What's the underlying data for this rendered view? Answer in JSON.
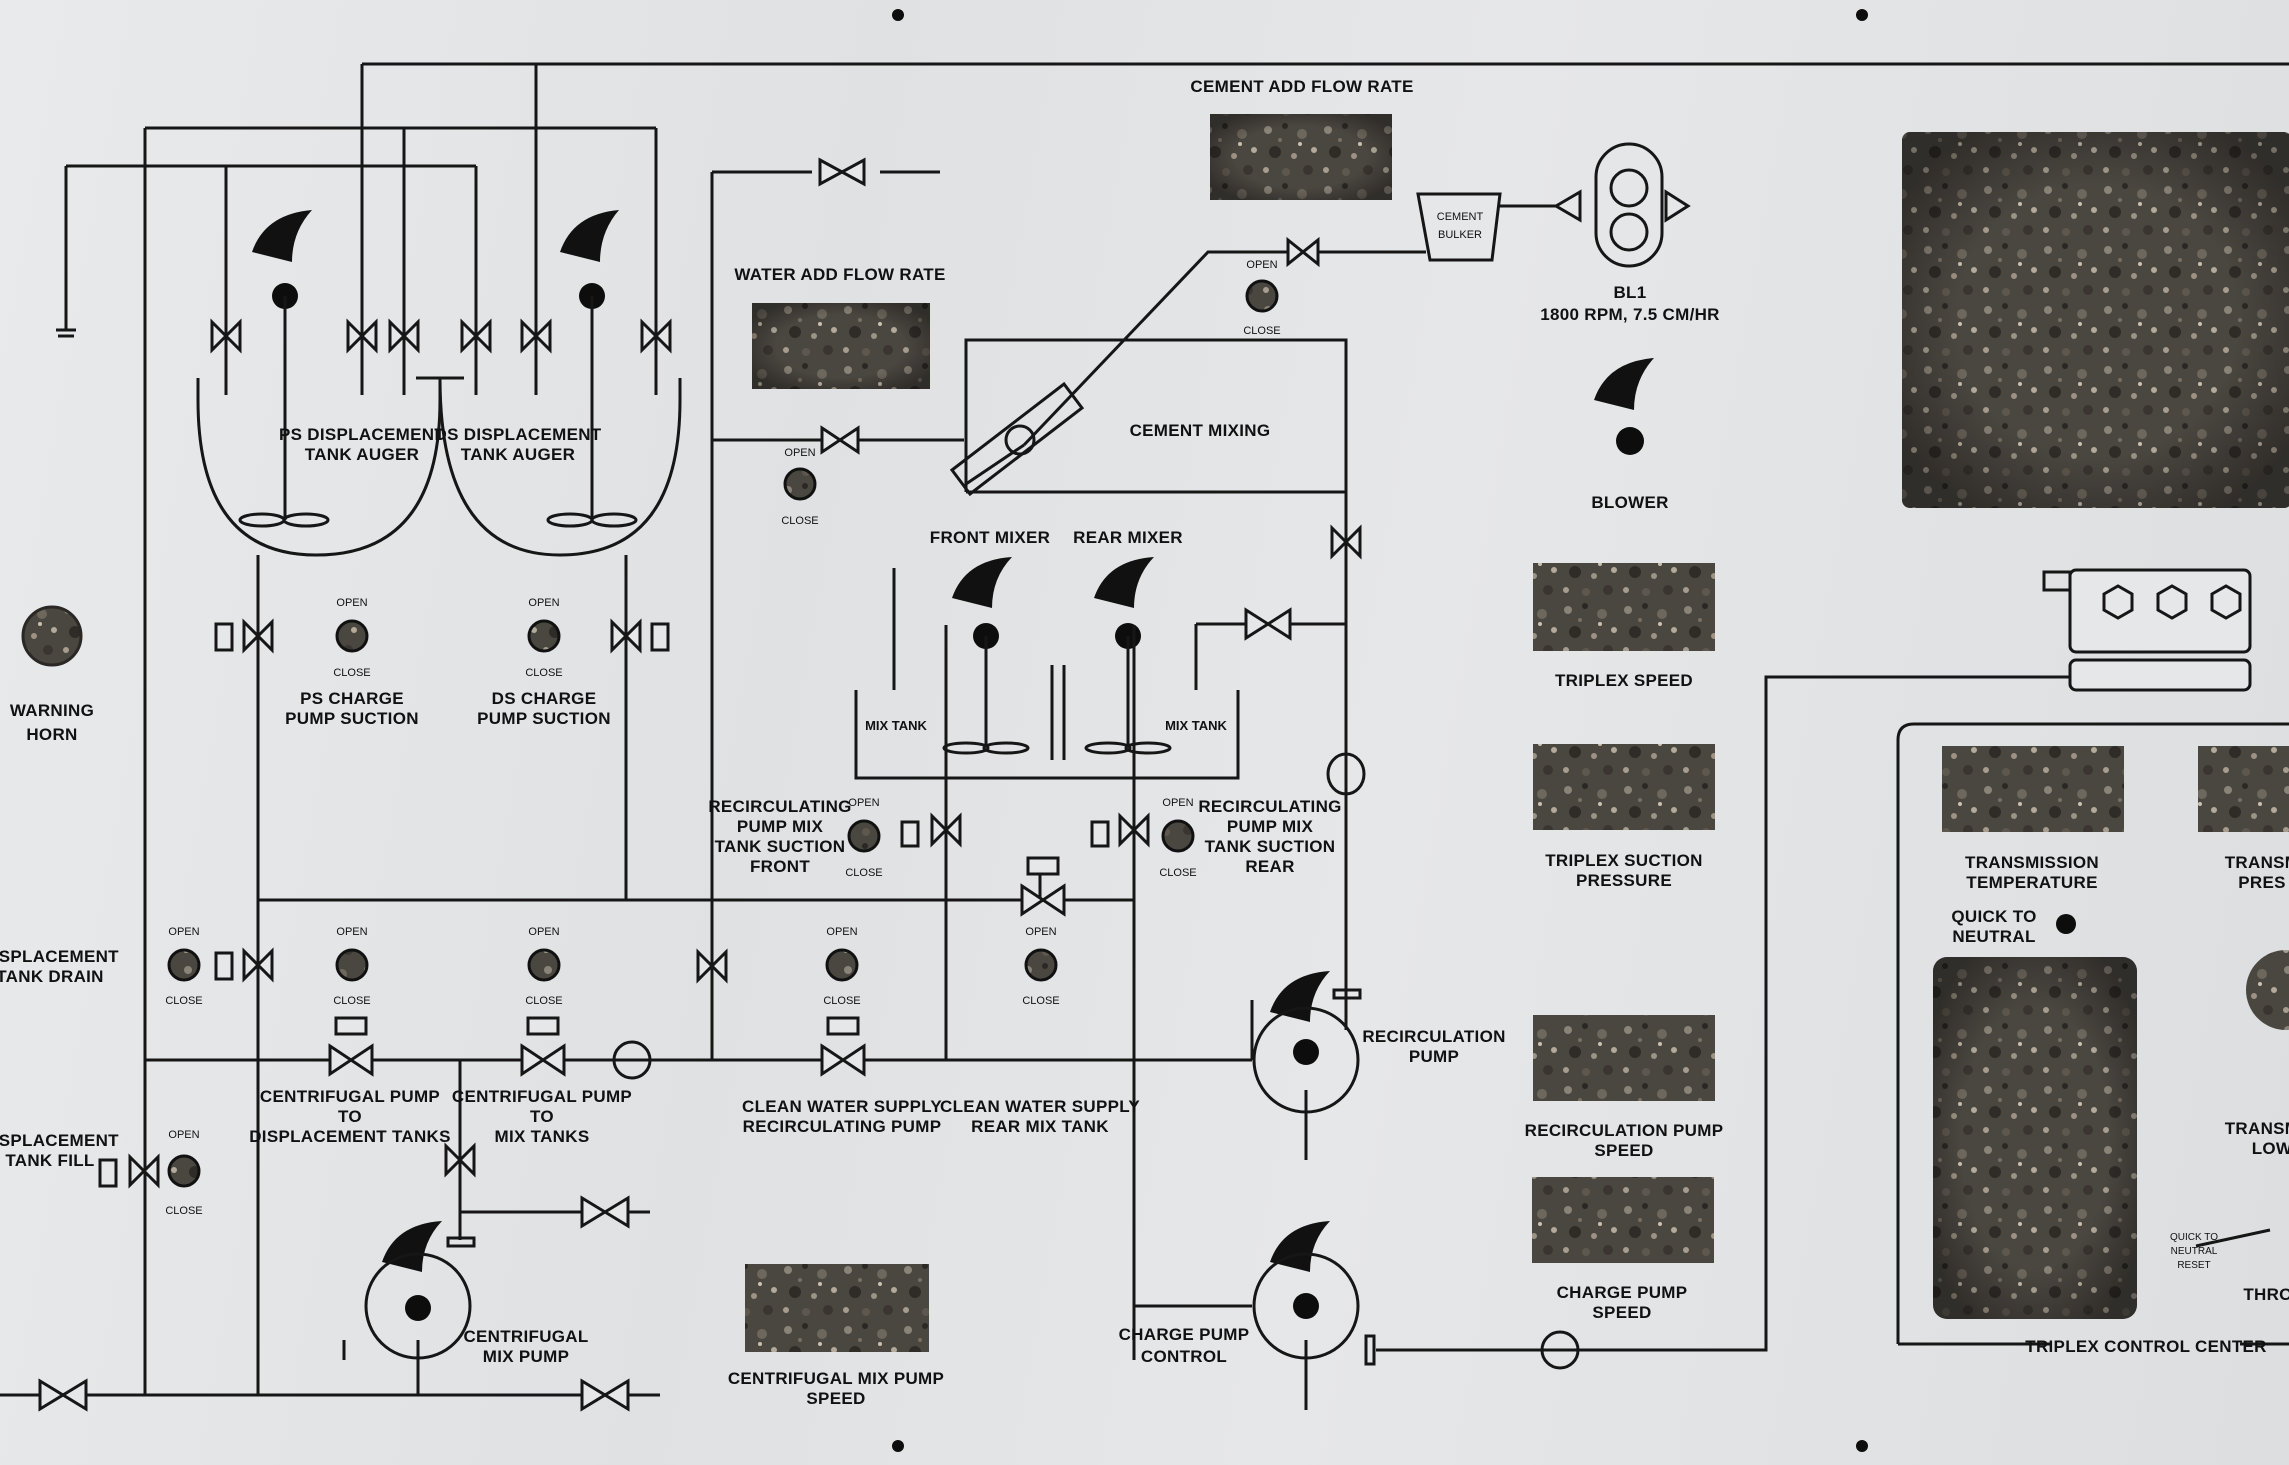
{
  "valve_open": "OPEN",
  "valve_close": "CLOSE",
  "labels": {
    "cement_flow": "CEMENT ADD FLOW RATE",
    "water_flow": "WATER ADD FLOW RATE",
    "cement_bulker_1": "CEMENT",
    "cement_bulker_2": "BULKER",
    "bl1": "BL1",
    "bl1_spec": "1800 RPM, 7.5 CM/HR",
    "blower": "BLOWER",
    "cement_mixing": "CEMENT MIXING",
    "ps_aug_1": "PS DISPLACEMENT",
    "ps_aug_2": "TANK AUGER",
    "ds_aug_1": "DS DISPLACEMENT",
    "ds_aug_2": "TANK AUGER",
    "front_mixer": "FRONT MIXER",
    "rear_mixer": "REAR MIXER",
    "mix_tank": "MIX TANK",
    "warning_1": "WARNING",
    "warning_2": "HORN",
    "ps_charge_1": "PS CHARGE",
    "ps_charge_2": "PUMP SUCTION",
    "ds_charge_1": "DS CHARGE",
    "ds_charge_2": "PUMP SUCTION",
    "recirc_front": [
      "RECIRCULATING",
      "PUMP MIX",
      "TANK SUCTION",
      "FRONT"
    ],
    "recirc_rear": [
      "RECIRCULATING",
      "PUMP MIX",
      "TANK SUCTION",
      "REAR"
    ],
    "disp_drain_1": "DISPLACEMENT",
    "disp_drain_2": "TANK DRAIN",
    "disp_fill_1": "DISPLACEMENT",
    "disp_fill_2": "TANK FILL",
    "cent_disp": [
      "CENTRIFUGAL PUMP",
      "TO",
      "DISPLACEMENT TANKS"
    ],
    "cent_mix": [
      "CENTRIFUGAL PUMP",
      "TO",
      "MIX TANKS"
    ],
    "cw_recirc_1": "CLEAN WATER SUPPLY",
    "cw_recirc_2": "RECIRCULATING PUMP",
    "cw_rear_1": "CLEAN WATER SUPPLY",
    "cw_rear_2": "REAR MIX TANK",
    "recirc_pump_1": "RECIRCULATION",
    "recirc_pump_2": "PUMP",
    "cent_mix_pump_1": "CENTRIFUGAL",
    "cent_mix_pump_2": "MIX PUMP",
    "cent_speed_1": "CENTRIFUGAL MIX PUMP",
    "cent_speed_2": "SPEED",
    "charge_ctrl_1": "CHARGE PUMP",
    "charge_ctrl_2": "CONTROL",
    "triplex_speed": "TRIPLEX SPEED",
    "triplex_suction_1": "TRIPLEX SUCTION",
    "triplex_suction_2": "PRESSURE",
    "recirc_speed_1": "RECIRCULATION PUMP",
    "recirc_speed_2": "SPEED",
    "charge_speed_1": "CHARGE PUMP",
    "charge_speed_2": "SPEED",
    "trans_temp_1": "TRANSMISSION",
    "trans_temp_2": "TEMPERATURE",
    "trans_press_1": "TRANSM",
    "trans_press_2": "PRES",
    "quick_neutral_1": "QUICK TO",
    "quick_neutral_2": "NEUTRAL",
    "quick_reset_1": "QUICK TO",
    "quick_reset_2": "NEUTRAL",
    "quick_reset_3": "RESET",
    "trans_low_1": "TRANSM",
    "trans_low_2": "LOW",
    "thro": "THRO",
    "triplex_center": "TRIPLEX CONTROL CENTER"
  },
  "colors": {
    "panel": "#e4e6e8",
    "line": "#161616",
    "gravel": "#4a4640"
  }
}
